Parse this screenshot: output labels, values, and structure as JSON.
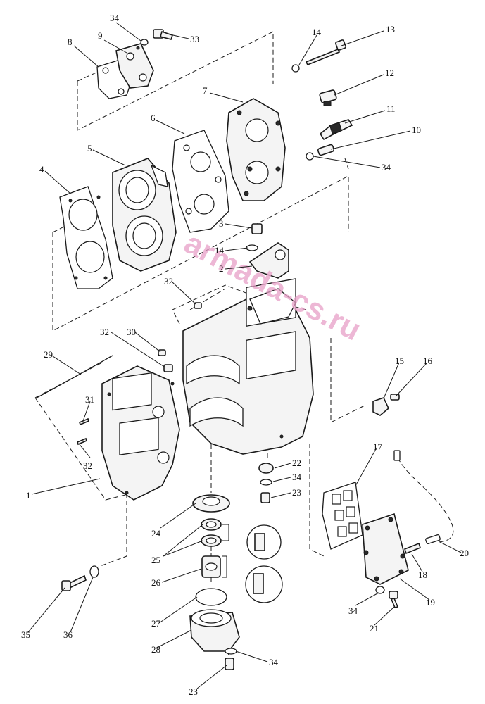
{
  "watermark": "armada-cs.ru",
  "callouts": {
    "c1": "1",
    "c2": "2",
    "c3": "3",
    "c4": "4",
    "c5": "5",
    "c6": "6",
    "c7": "7",
    "c8": "8",
    "c9": "9",
    "c10": "10",
    "c11": "11",
    "c12": "12",
    "c13": "13",
    "c14a": "14",
    "c14b": "14",
    "c15": "15",
    "c16": "16",
    "c17": "17",
    "c18": "18",
    "c19": "19",
    "c20": "20",
    "c21": "21",
    "c22": "22",
    "c23a": "23",
    "c23b": "23",
    "c24": "24",
    "c25": "25",
    "c26": "26",
    "c27": "27",
    "c28": "28",
    "c29": "29",
    "c30": "30",
    "c31": "31",
    "c32a": "32",
    "c32b": "32",
    "c32c": "32",
    "c33": "33",
    "c34a": "34",
    "c34b": "34",
    "c34c": "34",
    "c34d": "34",
    "c34e": "34",
    "c35": "35",
    "c36": "36"
  }
}
